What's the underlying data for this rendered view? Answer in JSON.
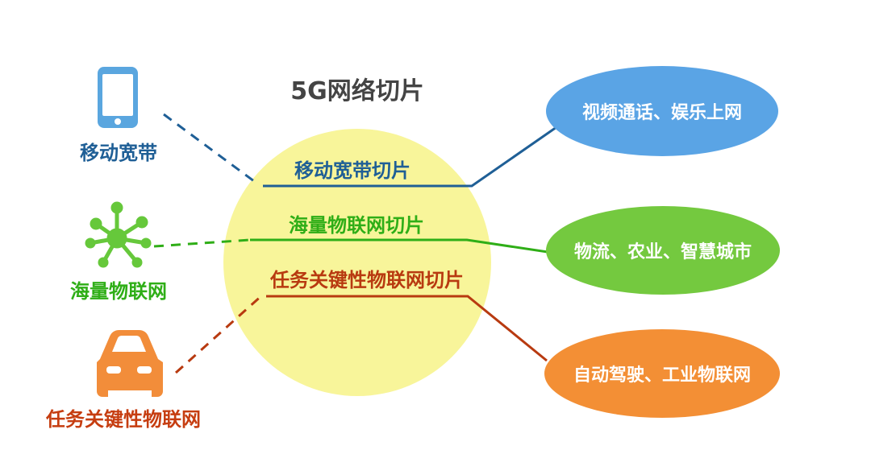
{
  "diagram": {
    "title": "5G网络切片",
    "center_slices": [
      {
        "label": "移动宽带切片",
        "color": "#1f5f96"
      },
      {
        "label": "海量物联网切片",
        "color": "#2fae17"
      },
      {
        "label": "任务关键性物联网切片",
        "color": "#b83a10"
      }
    ],
    "left_nodes": [
      {
        "label": "移动宽带",
        "icon": "smartphone-icon",
        "color": "#1f5f96",
        "icon_color": "#5aa6df"
      },
      {
        "label": "海量物联网",
        "icon": "network-node-icon",
        "color": "#2fae17",
        "icon_color": "#66c83b"
      },
      {
        "label": "任务关键性物联网",
        "icon": "car-icon",
        "color": "#c63d10",
        "icon_color": "#f28d3a"
      }
    ],
    "right_nodes": [
      {
        "label": "视频通话、娱乐上网",
        "fill": "#5aa4e5"
      },
      {
        "label": "物流、农业、智慧城市",
        "fill": "#74c93f"
      },
      {
        "label": "自动驾驶、工业物联网",
        "fill": "#f38f35"
      }
    ],
    "center_circle_color": "#f8f59a"
  }
}
